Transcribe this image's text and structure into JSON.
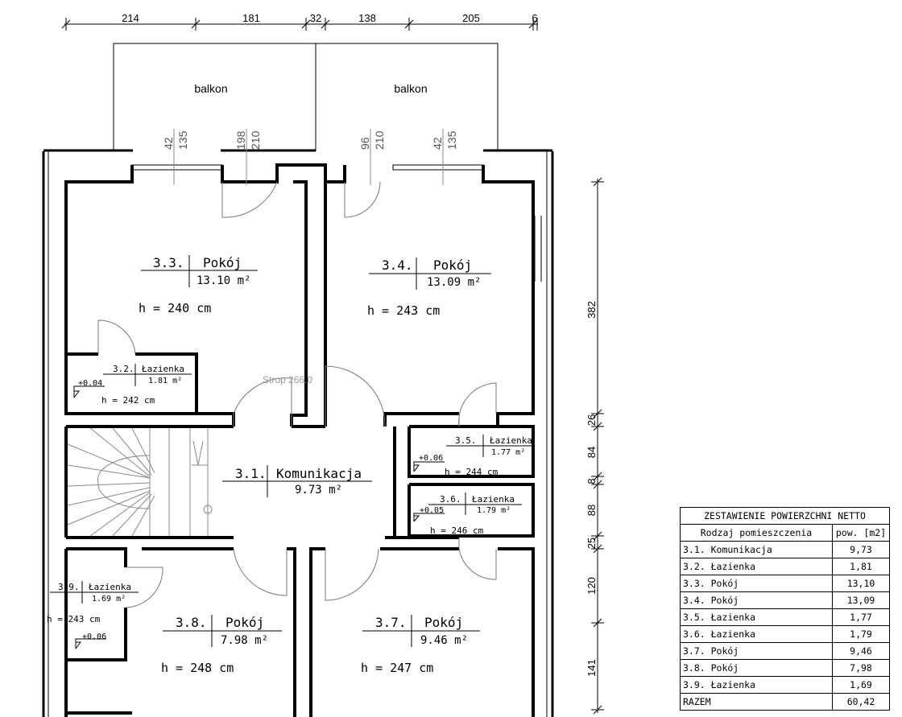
{
  "top_dimensions": [
    "214",
    "181",
    "32",
    "138",
    "205",
    "6"
  ],
  "right_dimensions": [
    "382",
    "26",
    "84",
    "8",
    "88",
    "25",
    "120",
    "141"
  ],
  "opening_dims": [
    {
      "a": "42",
      "b": "135"
    },
    {
      "a": "198",
      "b": "210"
    },
    {
      "a": "96",
      "b": "210"
    },
    {
      "a": "42",
      "b": "135"
    }
  ],
  "balconies": [
    "balkon",
    "balkon"
  ],
  "ceiling_note": "Strop 266.0",
  "rooms": [
    {
      "num": "3.3.",
      "name": "Pokój",
      "area": "13.10 m²",
      "h": "h = 240 cm"
    },
    {
      "num": "3.4.",
      "name": "Pokój",
      "area": "13.09 m²",
      "h": "h = 243 cm"
    },
    {
      "num": "3.2.",
      "name": "Łazienka",
      "area": "1.81 m²",
      "h": "h = 242 cm",
      "level": "+0.04"
    },
    {
      "num": "3.1.",
      "name": "Komunikacja",
      "area": "9.73 m²"
    },
    {
      "num": "3.5.",
      "name": "Łazienka",
      "area": "1.77 m²",
      "h": "h = 244 cm",
      "level": "+0.06"
    },
    {
      "num": "3.6.",
      "name": "Łazienka",
      "area": "1.79 m²",
      "h": "h = 246 cm",
      "level": "+0.05"
    },
    {
      "num": "3.9.",
      "name": "Łazienka",
      "area": "1.69 m²",
      "h": "h = 243 cm",
      "level": "+0.06"
    },
    {
      "num": "3.8.",
      "name": "Pokój",
      "area": "7.98 m²",
      "h": "h = 248 cm"
    },
    {
      "num": "3.7.",
      "name": "Pokój",
      "area": "9.46 m²",
      "h": "h = 247 cm"
    }
  ],
  "table": {
    "title": "ZESTAWIENIE POWIERZCHNI NETTO",
    "col1": "Rodzaj pomieszczenia",
    "col2": "pow. [m2]",
    "rows": [
      {
        "name": "3.1. Komunikacja",
        "area": "9,73"
      },
      {
        "name": "3.2. Łazienka",
        "area": "1,81"
      },
      {
        "name": "3.3. Pokój",
        "area": "13,10"
      },
      {
        "name": "3.4. Pokój",
        "area": "13,09"
      },
      {
        "name": "3.5. Łazienka",
        "area": "1,77"
      },
      {
        "name": "3.6. Łazienka",
        "area": "1,79"
      },
      {
        "name": "3.7. Pokój",
        "area": "9,46"
      },
      {
        "name": "3.8. Pokój",
        "area": "7,98"
      },
      {
        "name": "3.9. Łazienka",
        "area": "1,69"
      }
    ],
    "total_label": "RAZEM",
    "total_area": "60,42"
  }
}
